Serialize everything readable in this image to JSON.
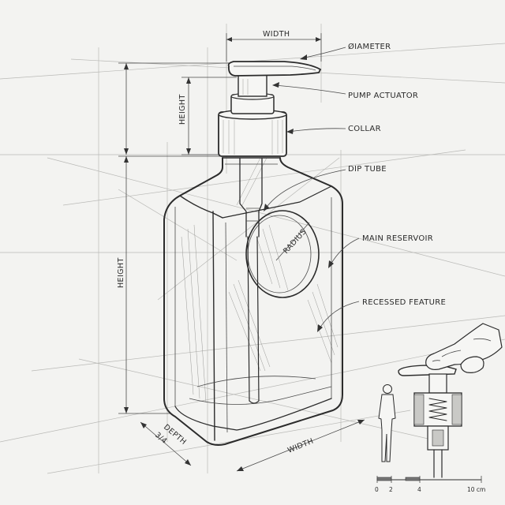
{
  "labels": {
    "diameter": "ØIAMETER",
    "pump_actuator": "PUMP ACTUATOR",
    "collar": "COLLAR",
    "dip_tube": "DIP TUBE",
    "main_reservoir": "MAIN RESERVOIR",
    "recessed_feature": "RECESSED FEATURE"
  },
  "dimensions": {
    "width_top": "WIDTH",
    "height_pump": "HEIGHT",
    "height_body": "HEIGHT",
    "radius": "RADIUS",
    "depth": "DEPTH",
    "depth_fraction": "3/4",
    "width_bottom": "WIDTH"
  },
  "scale_bar": {
    "ticks": [
      "0",
      "2",
      "4",
      "10 cm"
    ]
  },
  "colors": {
    "paper": "#f3f3f1",
    "ink": "#2b2b2b",
    "construction": "#b9b9b6"
  }
}
